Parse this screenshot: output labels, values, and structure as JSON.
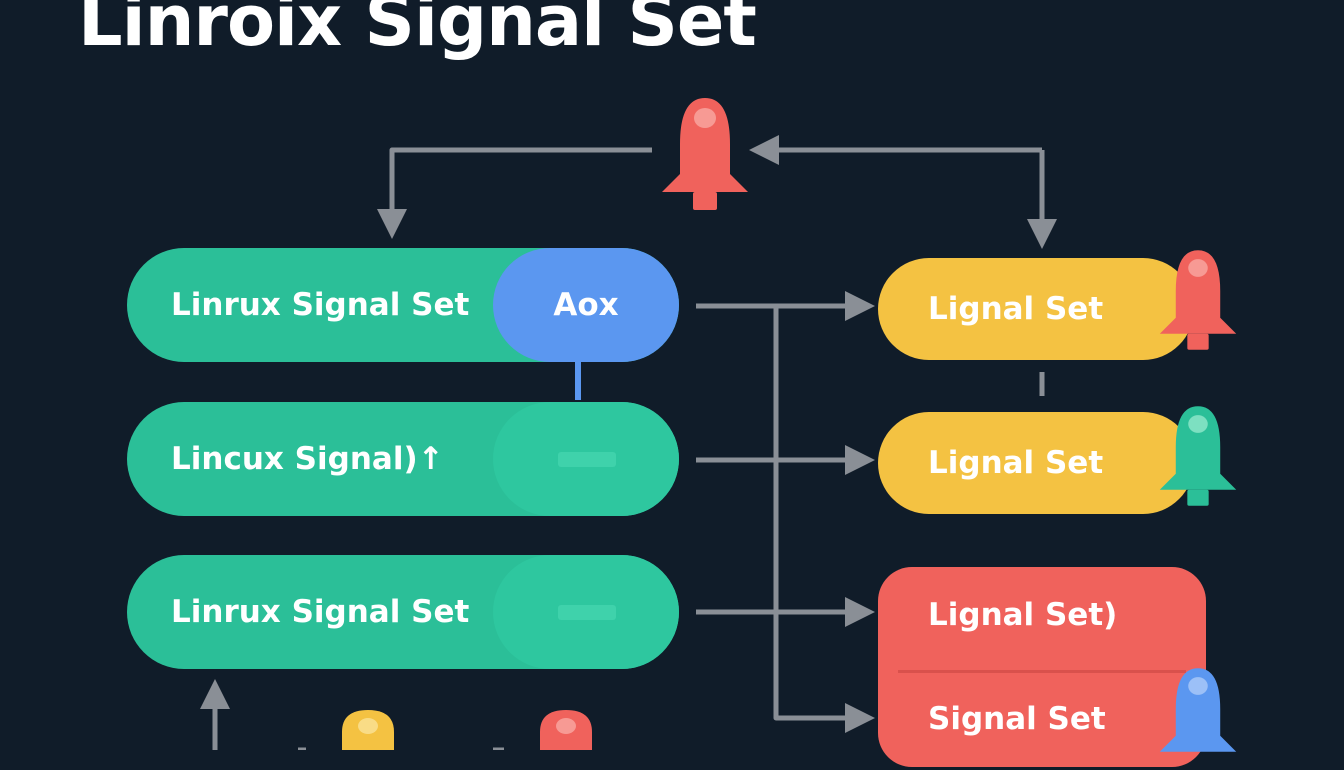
{
  "title": "Linroix Signal Set",
  "nodes": {
    "left_top": {
      "label": "Linrux Signal Set",
      "cap_label": "Aox"
    },
    "left_mid": {
      "label": "Lincux Signal)↑"
    },
    "left_bot": {
      "label": "Linrux Signal Set"
    },
    "right_top": {
      "label": "Lignal Set"
    },
    "right_mid": {
      "label": "Lignal Set"
    },
    "right_box": {
      "label_top": "Lignal Set)",
      "label_bot": "Signal Set"
    }
  },
  "icons": [
    "bell-icon",
    "bell-icon",
    "bell-icon",
    "bell-icon",
    "bulb-icon",
    "bulb-icon"
  ],
  "colors": {
    "background": "#101c29",
    "green": "#2bbf98",
    "blue": "#5b97f0",
    "yellow": "#f4c242",
    "red": "#f0625c",
    "connector": "#8a8f96"
  }
}
